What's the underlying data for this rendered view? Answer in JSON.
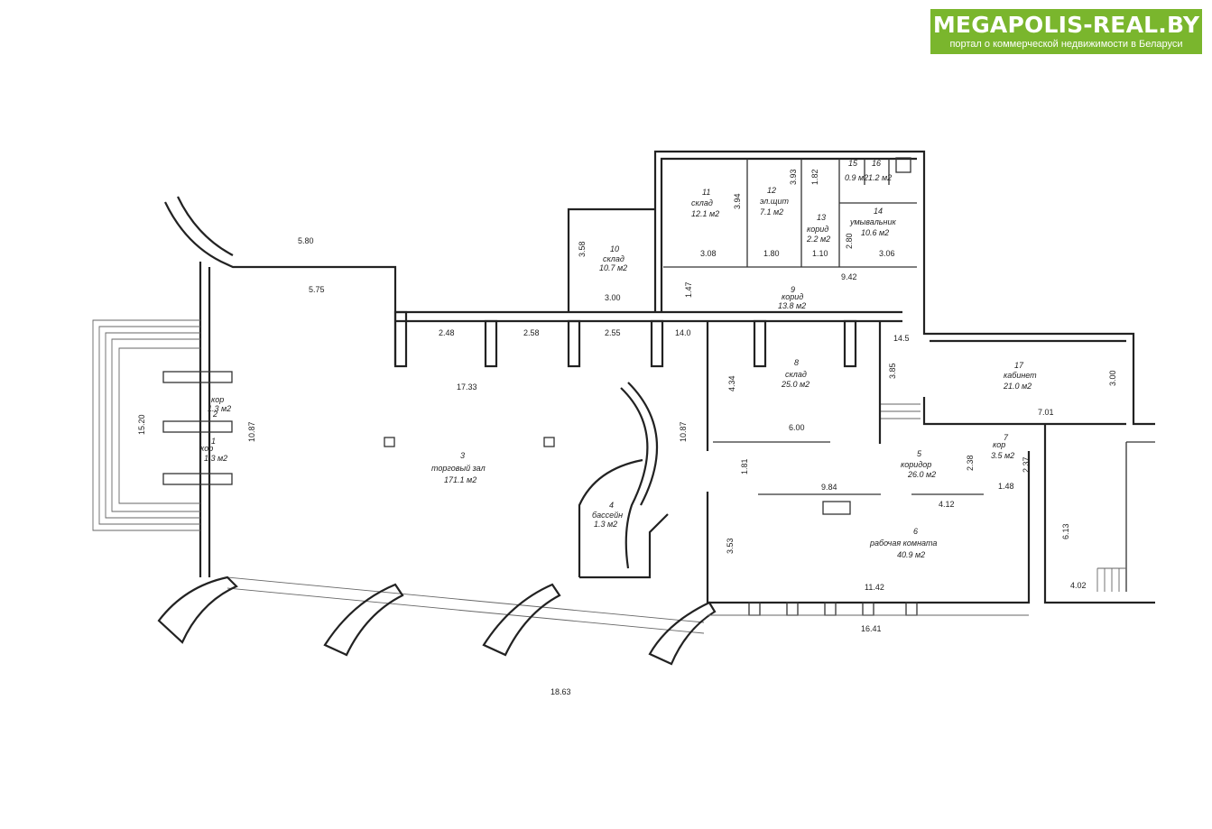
{
  "logo": {
    "brand": "MEGAPOLIS-REAL.BY",
    "tagline": "портал о коммерческой недвижимости в Беларуси",
    "color": "#7ab62d"
  },
  "rooms": [
    {
      "num": "1",
      "name": "кор",
      "area": "1.3 м2"
    },
    {
      "num": "2",
      "name": "кор",
      "area": "1.3 м2"
    },
    {
      "num": "3",
      "name": "торговый зал",
      "area": "171.1 м2"
    },
    {
      "num": "4",
      "name": "бассейн",
      "area": "1.3 м2"
    },
    {
      "num": "5",
      "name": "коридор",
      "area": "26.0 м2"
    },
    {
      "num": "6",
      "name": "рабочая комната",
      "area": "40.9 м2"
    },
    {
      "num": "7",
      "name": "кор",
      "area": "3.5 м2"
    },
    {
      "num": "8",
      "name": "склад",
      "area": "25.0 м2"
    },
    {
      "num": "9",
      "name": "корид",
      "area": "13.8 м2"
    },
    {
      "num": "10",
      "name": "склад",
      "area": "10.7 м2"
    },
    {
      "num": "11",
      "name": "склад",
      "area": "12.1 м2"
    },
    {
      "num": "12",
      "name": "эл.щит",
      "area": "7.1 м2"
    },
    {
      "num": "13",
      "name": "корид",
      "area": "2.2 м2"
    },
    {
      "num": "14",
      "name": "умывальник",
      "area": "10.6 м2"
    },
    {
      "num": "15",
      "name": "",
      "area": "0.9 м2"
    },
    {
      "num": "16",
      "name": "",
      "area": "1.2 м2"
    },
    {
      "num": "17",
      "name": "кабинет",
      "area": "21.0 м2"
    }
  ],
  "dimensions": [
    "5.80",
    "5.75",
    "2.48",
    "2.58",
    "2.55",
    "14.0",
    "17.33",
    "10.87",
    "15.20",
    "10.87",
    "4.34",
    "6.00",
    "3.85",
    "14.5",
    "3.58",
    "3.00",
    "3.08",
    "1.80",
    "1.10",
    "3.06",
    "9.42",
    "1.47",
    "3.94",
    "3.93",
    "1.82",
    "2.80",
    "3.00",
    "7.01",
    "1.81",
    "9.84",
    "2.38",
    "2.37",
    "4.12",
    "1.48",
    "3.53",
    "11.42",
    "16.41",
    "6.13",
    "4.02",
    "18.63"
  ]
}
